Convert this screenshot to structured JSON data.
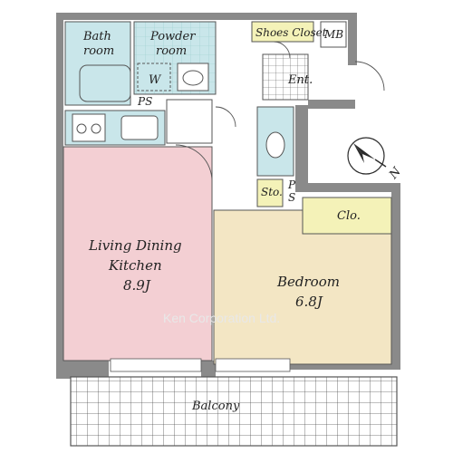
{
  "rooms": {
    "bath": [
      "Bath",
      "room"
    ],
    "powder": [
      "Powder",
      "room"
    ],
    "washer": "W",
    "ps_top": "PS",
    "shoes_closet": "Shoes Closet",
    "mb": "MB",
    "entrance": "Ent.",
    "storage": "Sto.",
    "ps_side": [
      "P",
      "S"
    ],
    "closet": "Clo.",
    "ldk": [
      "Living Dining",
      "Kitchen",
      "8.9J"
    ],
    "bedroom": [
      "Bedroom",
      "6.8J"
    ],
    "balcony": "Balcony"
  },
  "compass": "N",
  "watermark": "Ken Corporation Ltd.",
  "colors": {
    "wall": "#8a8a8a",
    "wall_dark": "#6f6f6f",
    "wet_area": "#c9e6ea",
    "ldk_floor": "#f3cfd3",
    "bedroom_floor": "#f3e6c4",
    "closet": "#f4f2b8",
    "line": "#555555",
    "compass": "#2b2b2b"
  }
}
